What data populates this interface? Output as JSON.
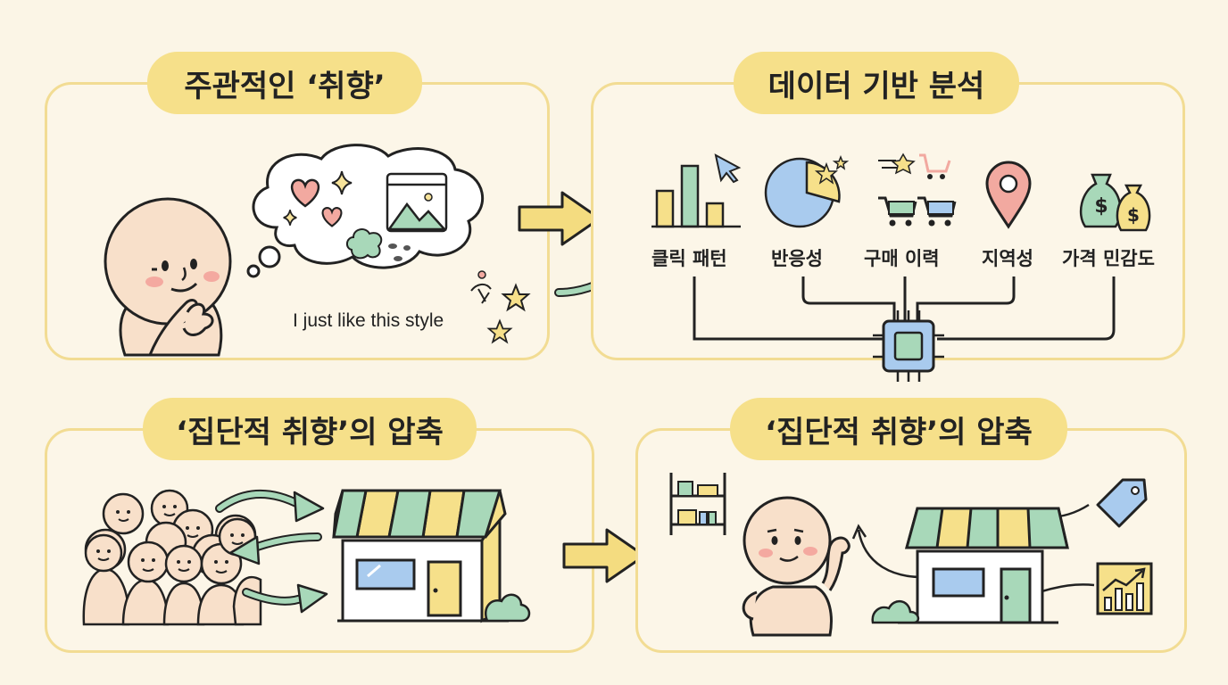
{
  "panels": {
    "p1": {
      "title": "주관적인 ‘취향’",
      "caption": "I just like this style"
    },
    "p2": {
      "title": "데이터 기반 분석",
      "factors": [
        "클릭 패턴",
        "반응성",
        "구매 이력",
        "지역성",
        "가격 민감도"
      ]
    },
    "p3": {
      "title": "‘집단적 취향’의 압축"
    },
    "p4": {
      "title": "‘집단적 취향’의 압축"
    }
  },
  "colors": {
    "pill": "#f6e08a",
    "panel_border": "#f2dc93",
    "green": "#a8d8b9",
    "blue": "#a9cbee",
    "yellow": "#f4dc80",
    "pink": "#f2a9a0",
    "skin": "#f8e0ca"
  }
}
